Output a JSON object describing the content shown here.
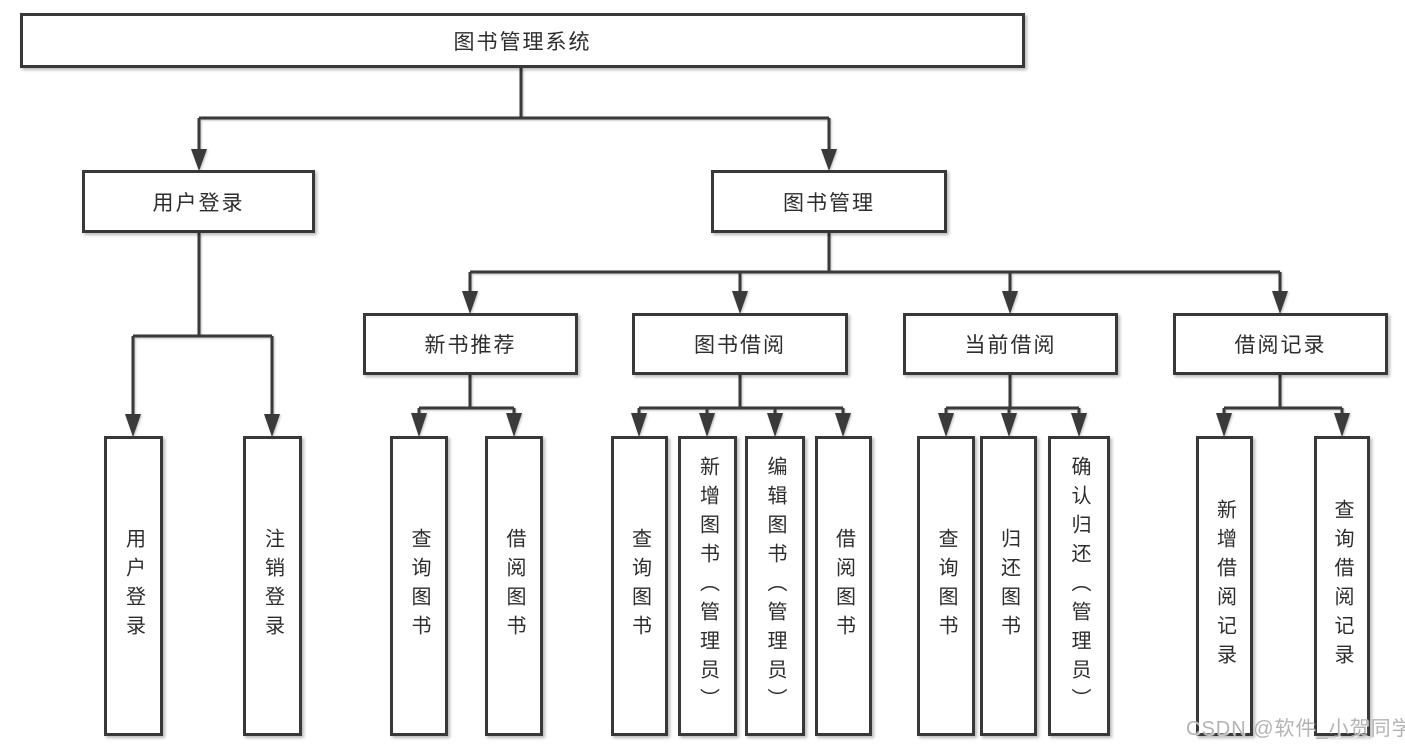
{
  "diagram": {
    "root": {
      "label": "图书管理系统"
    },
    "branches": [
      {
        "label": "用户登录",
        "children": [
          {
            "label": "用户登录"
          },
          {
            "label": "注销登录"
          }
        ]
      },
      {
        "label": "图书管理",
        "children": [
          {
            "label": "新书推荐",
            "children": [
              {
                "label": "查询图书"
              },
              {
                "label": "借阅图书"
              }
            ]
          },
          {
            "label": "图书借阅",
            "children": [
              {
                "label": "查询图书"
              },
              {
                "label": "新增图书（管理员）"
              },
              {
                "label": "编辑图书（管理员）"
              },
              {
                "label": "借阅图书"
              }
            ]
          },
          {
            "label": "当前借阅",
            "children": [
              {
                "label": "查询图书"
              },
              {
                "label": "归还图书"
              },
              {
                "label": "确认归还（管理员）"
              }
            ]
          },
          {
            "label": "借阅记录",
            "children": [
              {
                "label": "新增借阅记录"
              },
              {
                "label": "查询借阅记录"
              }
            ]
          }
        ]
      }
    ]
  },
  "watermark": {
    "text": "CSDN @软件_小贺同学"
  },
  "colors": {
    "line": "#3a3a3a",
    "box_border": "#383838",
    "text": "#2d2d2d",
    "background": "#ffffff",
    "watermark": "#b3b3b3"
  }
}
